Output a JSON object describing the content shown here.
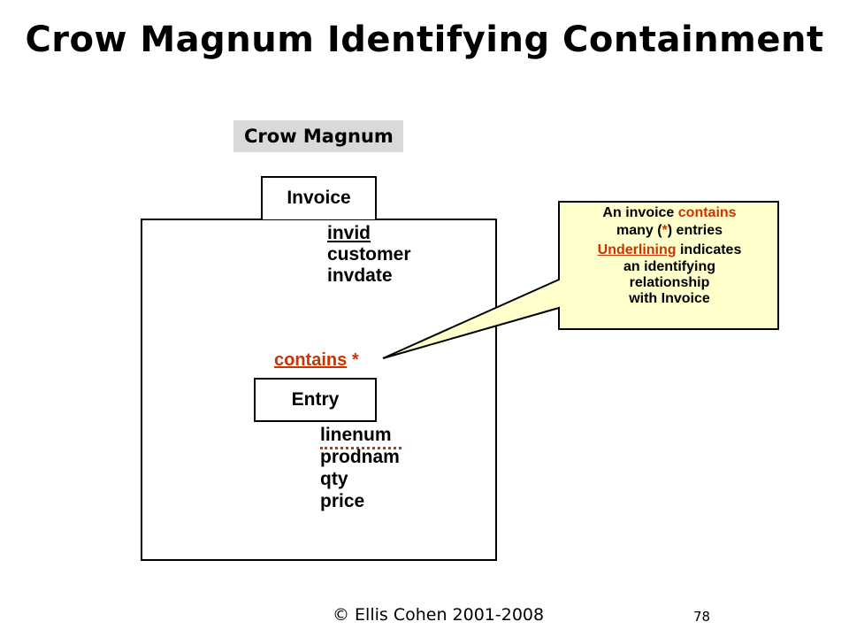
{
  "title": "Crow Magnum Identifying Containment",
  "notation_label": "Crow Magnum",
  "invoice_entity": {
    "name": "Invoice",
    "attributes": [
      "invid",
      "customer",
      "invdate"
    ]
  },
  "relationship": {
    "name": "contains",
    "cardinality": "*"
  },
  "entry_entity": {
    "name": "Entry",
    "attributes": [
      "linenum",
      "prodnam",
      "qty",
      "price"
    ]
  },
  "note": {
    "l1_a": "An invoice ",
    "l1_b": "contains",
    "l2_a": "many (",
    "l2_b": "*",
    "l2_c": ") entries",
    "l3_a": "Underlining",
    "l3_b": " indicates",
    "l4": "an identifying",
    "l5": "relationship",
    "l6": "with Invoice"
  },
  "colors": {
    "accent": "#cc3300",
    "note_fill": "#ffffcc",
    "label_fill": "#d9d9d9"
  },
  "footer": {
    "copyright": "© Ellis Cohen 2001-2008",
    "page": "78"
  }
}
